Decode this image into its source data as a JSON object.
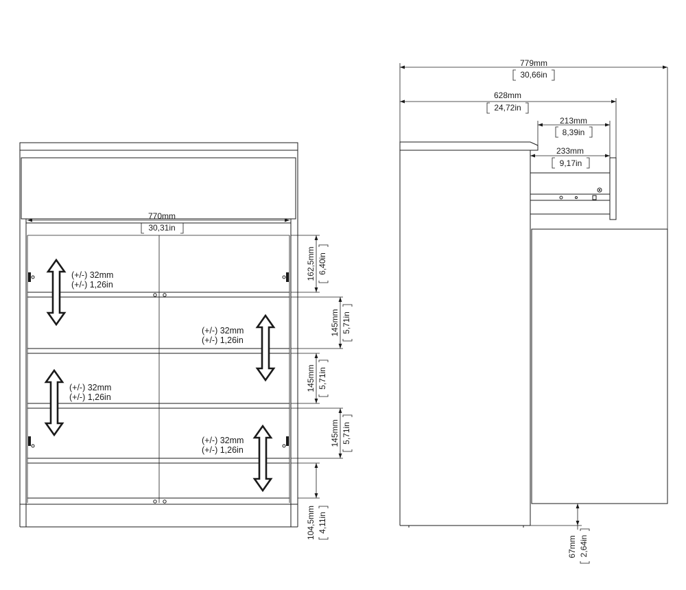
{
  "front_view": {
    "width_dim": {
      "mm": "770mm",
      "in": "30,31in"
    },
    "adjust_notes": [
      {
        "mm": "(+/-) 32mm",
        "in": "(+/-) 1,26in"
      },
      {
        "mm": "(+/-) 32mm",
        "in": "(+/-) 1,26in"
      },
      {
        "mm": "(+/-) 32mm",
        "in": "(+/-) 1,26in"
      },
      {
        "mm": "(+/-) 32mm",
        "in": "(+/-) 1,26in"
      }
    ],
    "shelf_dims": [
      {
        "mm": "162,5mm",
        "in": "6,40in"
      },
      {
        "mm": "145mm",
        "in": "5,71in"
      },
      {
        "mm": "145mm",
        "in": "5,71in"
      },
      {
        "mm": "145mm",
        "in": "5,71in"
      },
      {
        "mm": "104,5mm",
        "in": "4,11in"
      }
    ]
  },
  "side_view": {
    "depth_dims": [
      {
        "mm": "779mm",
        "in": "30,66in"
      },
      {
        "mm": "628mm",
        "in": "24,72in"
      },
      {
        "mm": "213mm",
        "in": "8,39in"
      },
      {
        "mm": "233mm",
        "in": "9,17in"
      }
    ],
    "bottom_dim": {
      "mm": "67mm",
      "in": "2,64in"
    }
  }
}
